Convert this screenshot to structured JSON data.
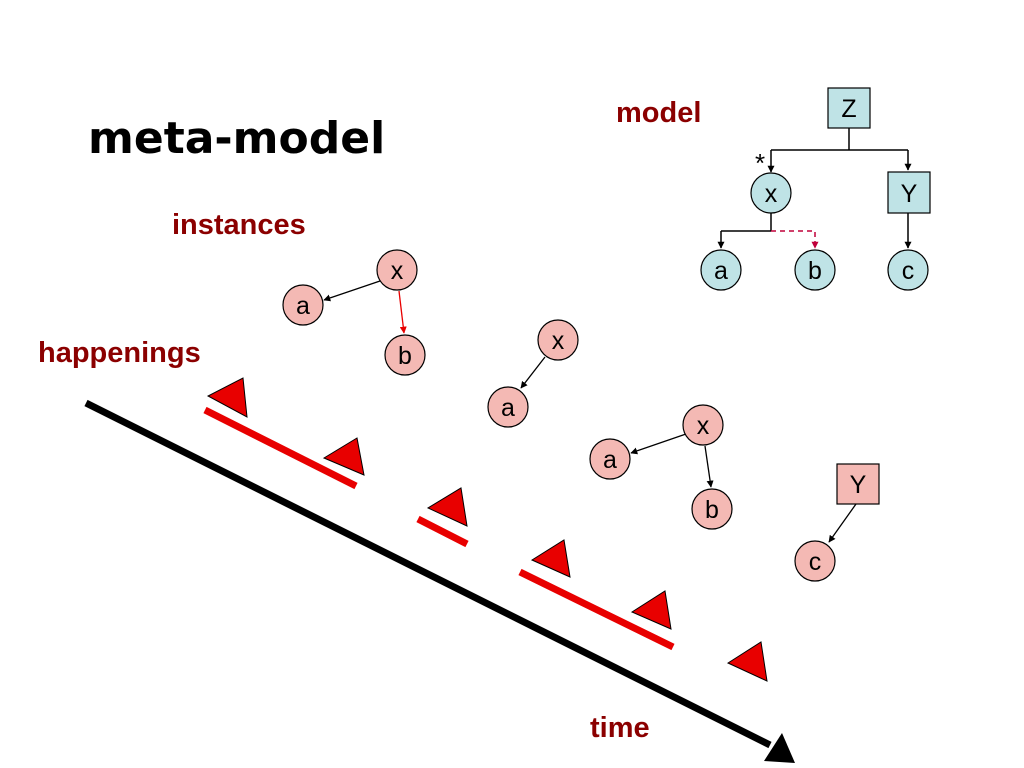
{
  "title": "meta-model",
  "labels": {
    "model": "model",
    "instances": "instances",
    "happenings": "happenings",
    "time": "time"
  },
  "colors": {
    "label_dark_red": "#8b0000",
    "model_node_fill": "#bfe3e6",
    "instance_node_fill": "#f4b9b4",
    "happening_red": "#e80000",
    "timeline": "#000000",
    "optional_link": "#c0003a"
  },
  "model": {
    "root": "Z",
    "multiplicity": "*",
    "x": "x",
    "y": "Y",
    "a": "a",
    "b": "b",
    "c": "c"
  },
  "instances": {
    "group1": {
      "x": "x",
      "a": "a",
      "b": "b"
    },
    "group2": {
      "x": "x",
      "a": "a"
    },
    "group3": {
      "x": "x",
      "a": "a",
      "b": "b"
    },
    "group4": {
      "y": "Y",
      "c": "c"
    }
  }
}
